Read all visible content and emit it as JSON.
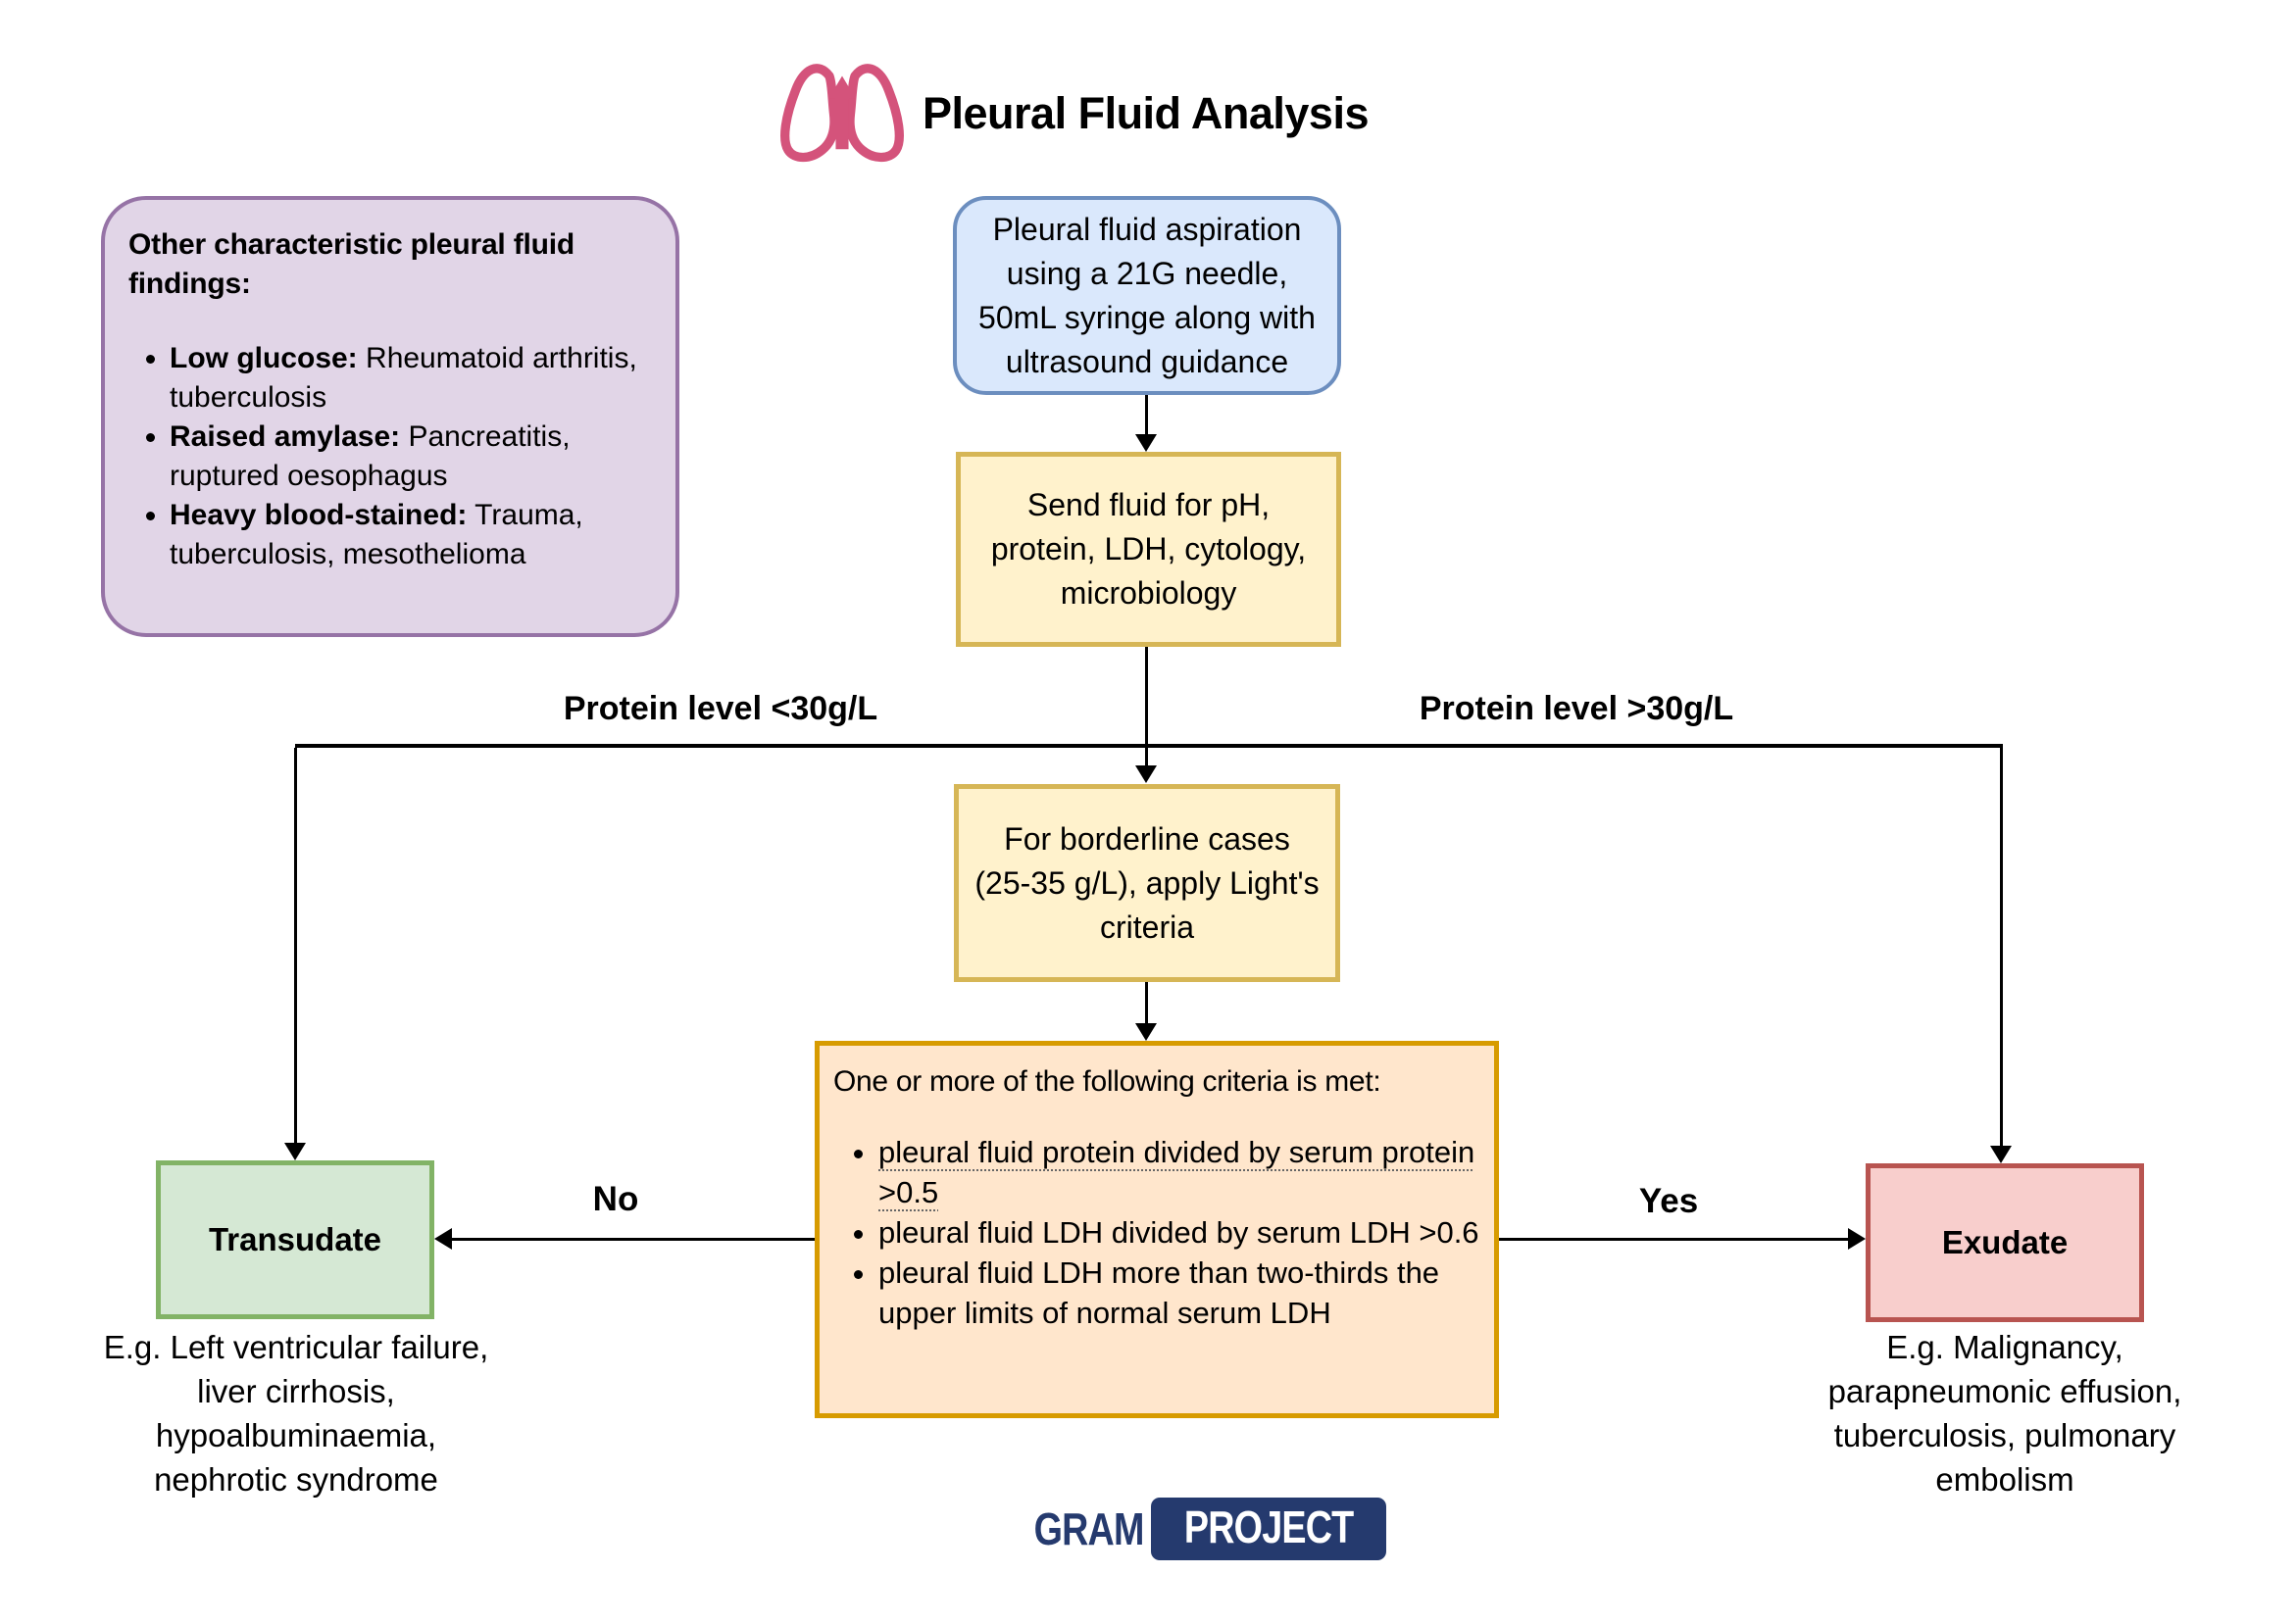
{
  "title": {
    "text": "Pleural Fluid Analysis"
  },
  "icons": {
    "lungs_icon_color": "#d4537b"
  },
  "colors": {
    "purple_fill": "#e1d5e7",
    "purple_border": "#9673a6",
    "blue_fill": "#dae8fc",
    "blue_border": "#6c8ebf",
    "yellow_fill": "#fff2cc",
    "yellow_border": "#d6b656",
    "orange_fill": "#ffe6cc",
    "orange_border": "#d79b00",
    "green_fill": "#d5e8d4",
    "green_border": "#82b366",
    "red_fill": "#f8cecc",
    "red_border": "#b85450",
    "brand_navy": "#253a6e",
    "connector_black": "#000000"
  },
  "findings_box": {
    "heading": "Other characteristic pleural fluid findings:",
    "items": [
      {
        "term": "Low glucose:",
        "desc": " Rheumatoid arthritis, tuberculosis"
      },
      {
        "term": "Raised amylase:",
        "desc": " Pancreatitis, ruptured oesophagus"
      },
      {
        "term": "Heavy blood-stained:",
        "desc": " Trauma, tuberculosis, mesothelioma"
      }
    ]
  },
  "flow": {
    "aspiration_box": {
      "lines": [
        "Pleural fluid aspiration",
        "using a 21G needle,",
        "50mL syringe along with",
        "ultrasound guidance"
      ]
    },
    "send_fluid_box": {
      "lines": [
        "Send fluid for pH,",
        "protein, LDH, cytology,",
        "microbiology"
      ]
    },
    "branch_left_label": "Protein level <30g/L",
    "branch_right_label": "Protein level >30g/L",
    "borderline_box": {
      "lines": [
        "For borderline cases",
        "(25-35 g/L), apply Light's",
        "criteria"
      ]
    },
    "criteria_box": {
      "heading": "One or more of the following criteria is met:",
      "items": [
        "pleural fluid protein divided by serum protein >0.5",
        "pleural fluid LDH divided by serum LDH >0.6",
        "pleural fluid LDH more than two-thirds the upper limits of normal serum LDH"
      ]
    },
    "no_label": "No",
    "yes_label": "Yes",
    "transudate_box": {
      "label": "Transudate"
    },
    "transudate_examples": {
      "lines": [
        "E.g. Left ventricular failure,",
        "liver cirrhosis,",
        "hypoalbuminaemia,",
        "nephrotic syndrome"
      ]
    },
    "exudate_box": {
      "label": "Exudate"
    },
    "exudate_examples": {
      "lines": [
        "E.g. Malignancy,",
        "parapneumonic effusion,",
        "tuberculosis, pulmonary",
        "embolism"
      ]
    }
  },
  "footer": {
    "brand_gram": "GRAM",
    "brand_project": "PROJECT"
  }
}
